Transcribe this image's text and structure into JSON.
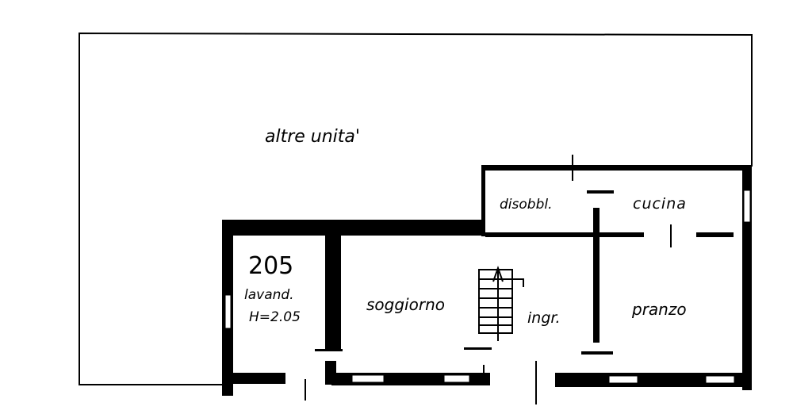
{
  "plan": {
    "labels": {
      "other_units": "altre unita'",
      "disobbl": "disobbl.",
      "cucina": "cucina",
      "number": "205",
      "lavand": "lavand.",
      "height": "H=2.05",
      "soggiorno": "soggiorno",
      "ingr": "ingr.",
      "pranzo": "pranzo"
    },
    "colors": {
      "wall": "#000000",
      "background": "#ffffff"
    }
  }
}
